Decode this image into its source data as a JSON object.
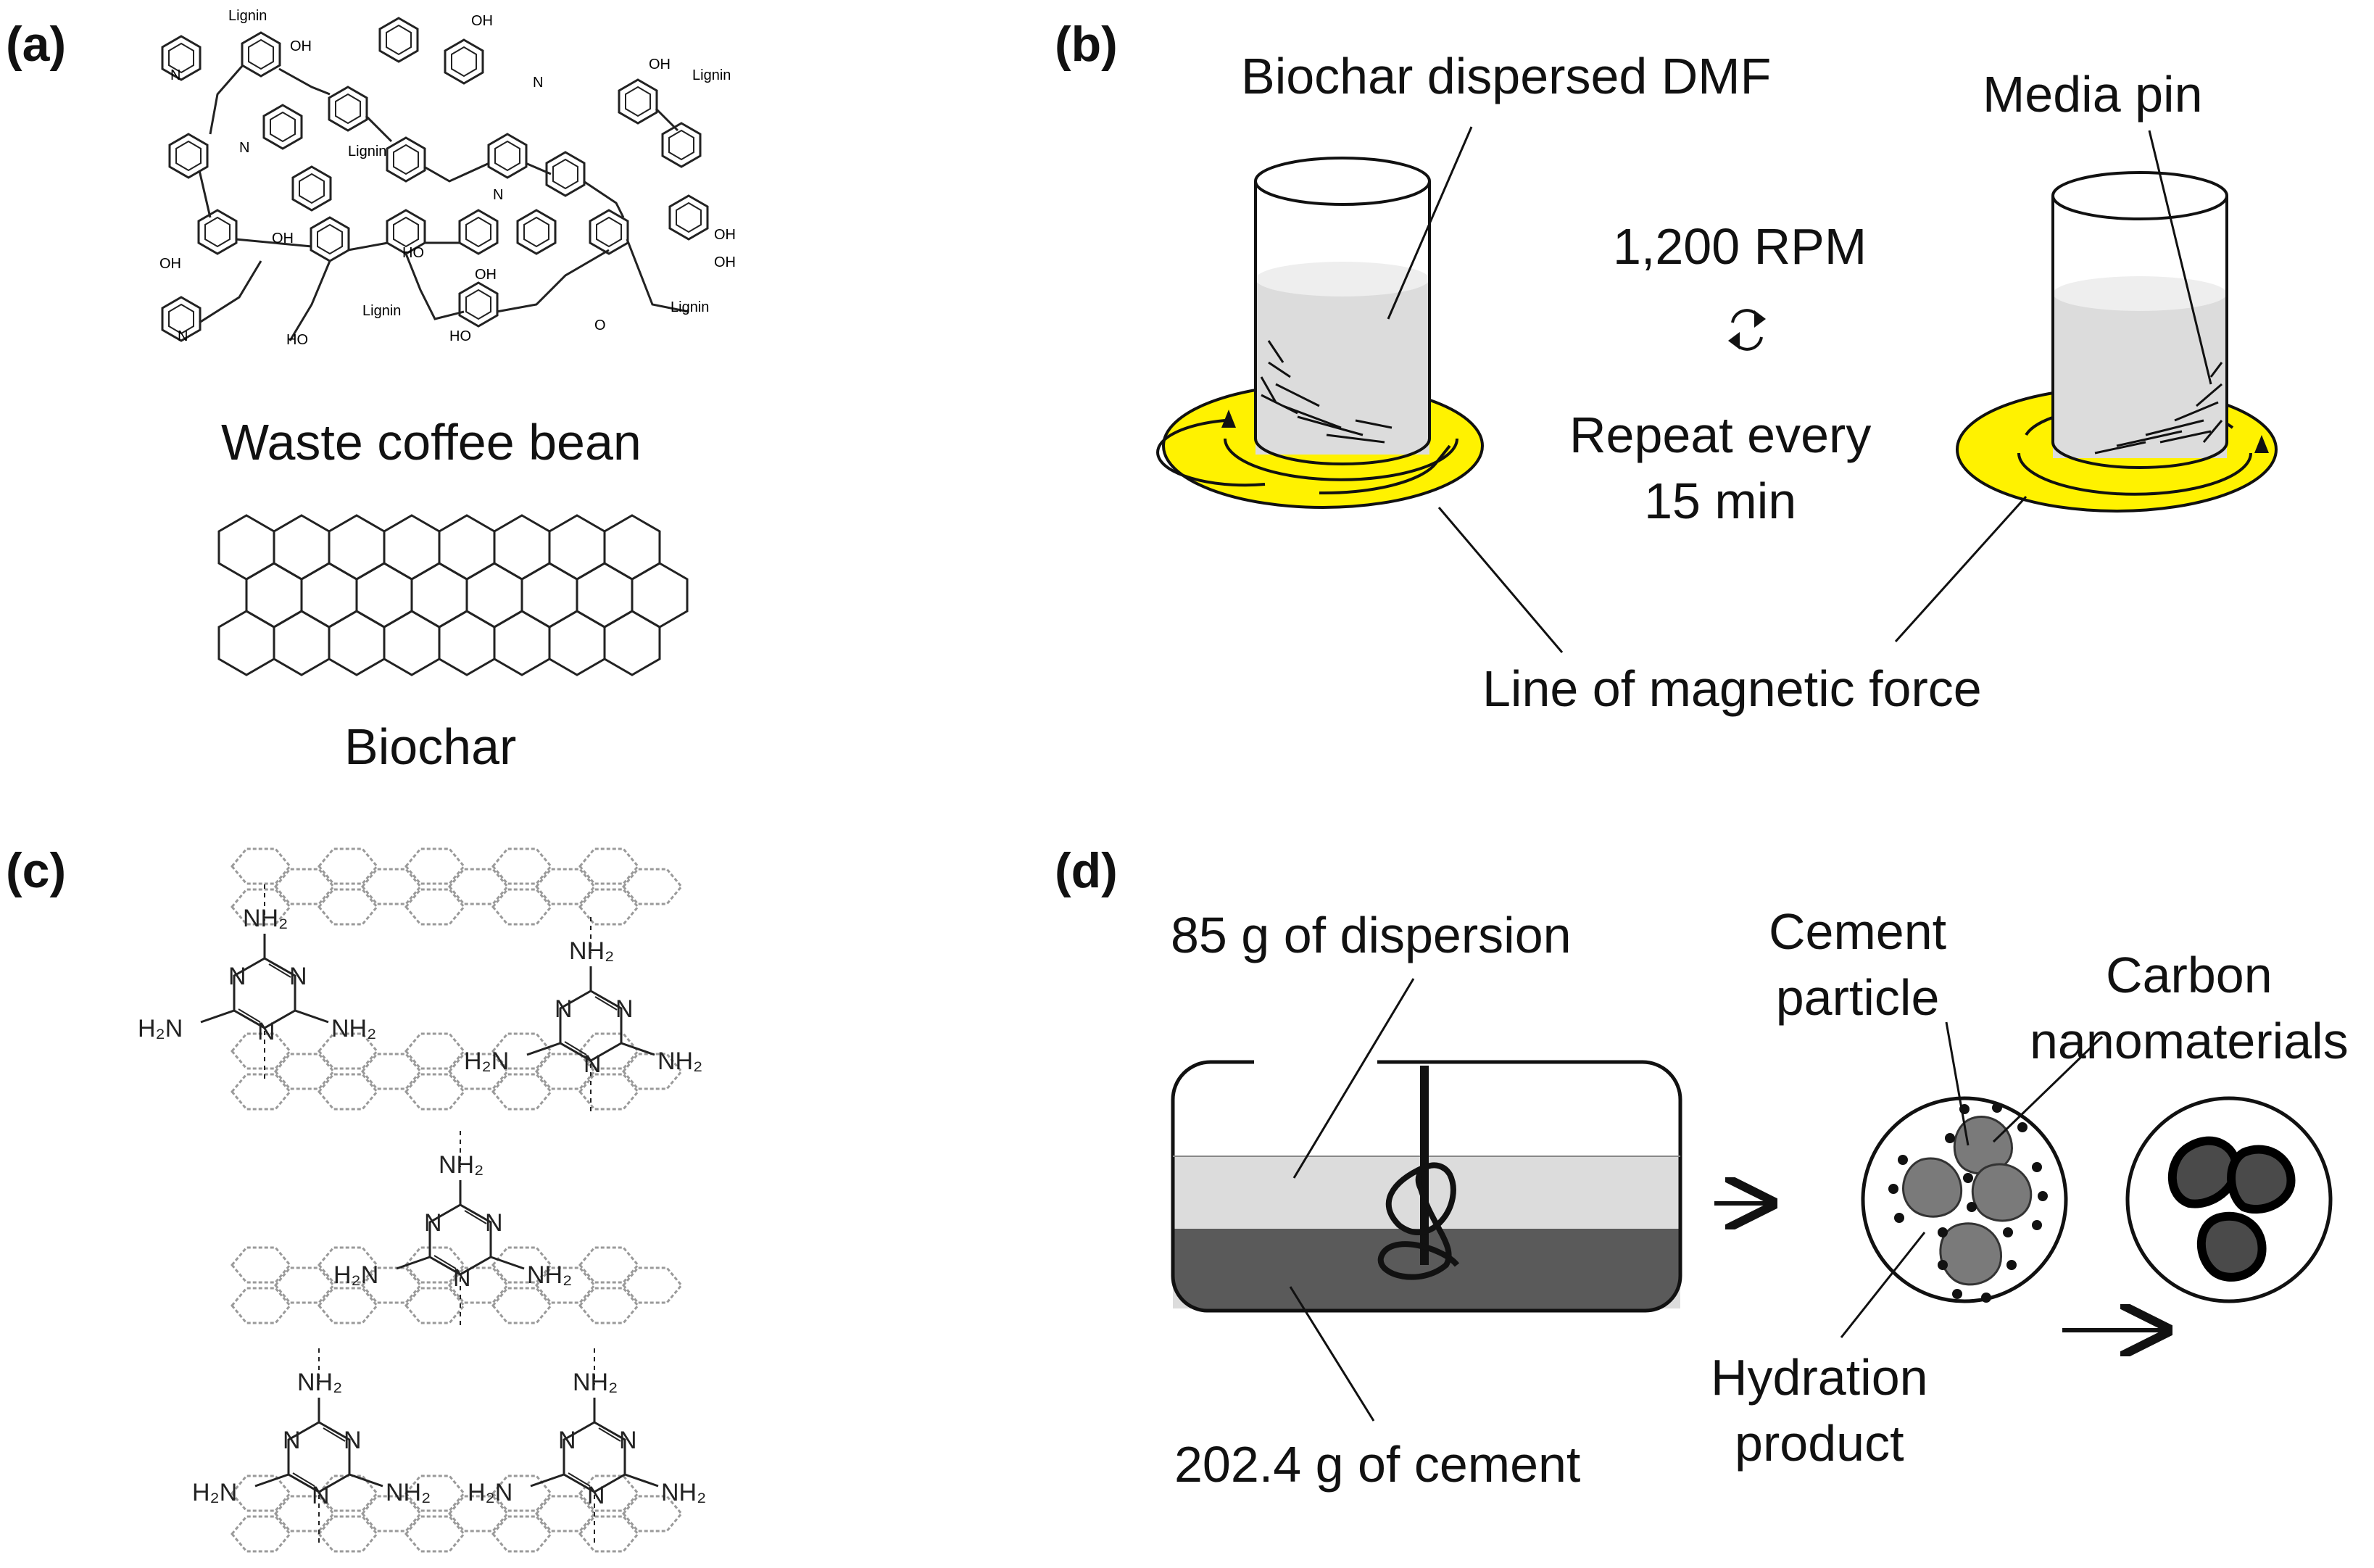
{
  "panels": {
    "a": {
      "label": "(a)",
      "caption_top": "Waste coffee bean",
      "caption_bottom": "Biochar",
      "chem_labels": {
        "lignin": "Lignin",
        "oh": "OH",
        "ho": "HO",
        "o": "O",
        "n": "N"
      }
    },
    "b": {
      "label": "(b)",
      "biochar_label": "Biochar dispersed DMF",
      "media_label": "Media pin",
      "rpm": "1,200 RPM",
      "repeat_line1": "Repeat every",
      "repeat_line2": "15 min",
      "force_label": "Line of magnetic force"
    },
    "c": {
      "label": "(c)",
      "groups": {
        "nh2": "NH₂",
        "h2n": "H₂N",
        "n": "N"
      }
    },
    "d": {
      "label": "(d)",
      "dispersion_label": "85 g of dispersion",
      "cement_label": "202.4 g of cement",
      "particle_line1": "Cement",
      "particle_line2": "particle",
      "carbon_line1": "Carbon",
      "carbon_line2": "nanomaterials",
      "hydration_line1": "Hydration",
      "hydration_line2": "product"
    }
  },
  "colors": {
    "stir_plate": "#fff200",
    "liquid": "#dcdcdc",
    "cement_layer": "#5a5a5a",
    "dispersion_layer": "#dcdcdc",
    "particle": "#7a7a7a"
  }
}
